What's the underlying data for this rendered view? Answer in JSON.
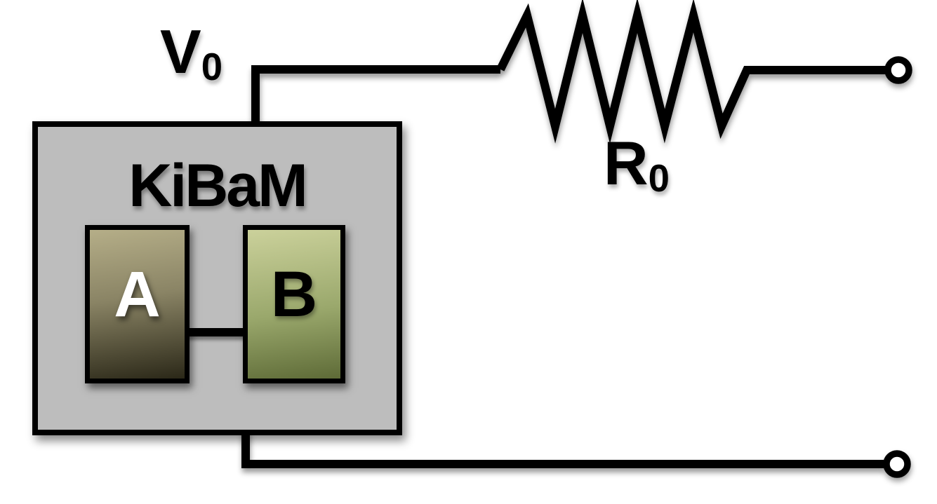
{
  "background": "#ffffff",
  "wire_color": "#000000",
  "kibam_box": {
    "title": "KiBaM",
    "fill": "#bdbdbd",
    "tank_a": {
      "label": "A",
      "label_color": "#ffffff",
      "gradient_top": "#b5ae88",
      "gradient_mid": "#8a8465",
      "gradient_bottom": "#2b2818"
    },
    "tank_b": {
      "label": "B",
      "label_color": "#000000",
      "gradient_top": "#cbd19b",
      "gradient_mid": "#9aa86c",
      "gradient_bottom": "#5e6b37"
    }
  },
  "annotations": {
    "voltage_label": {
      "base": "V",
      "subscript": "0"
    },
    "resistor_label": {
      "base": "R",
      "subscript": "0"
    }
  },
  "icons": {
    "resistor": "resistor-zigzag-icon",
    "terminal_top": "open-terminal-circle-icon",
    "terminal_bottom": "open-terminal-circle-icon"
  }
}
